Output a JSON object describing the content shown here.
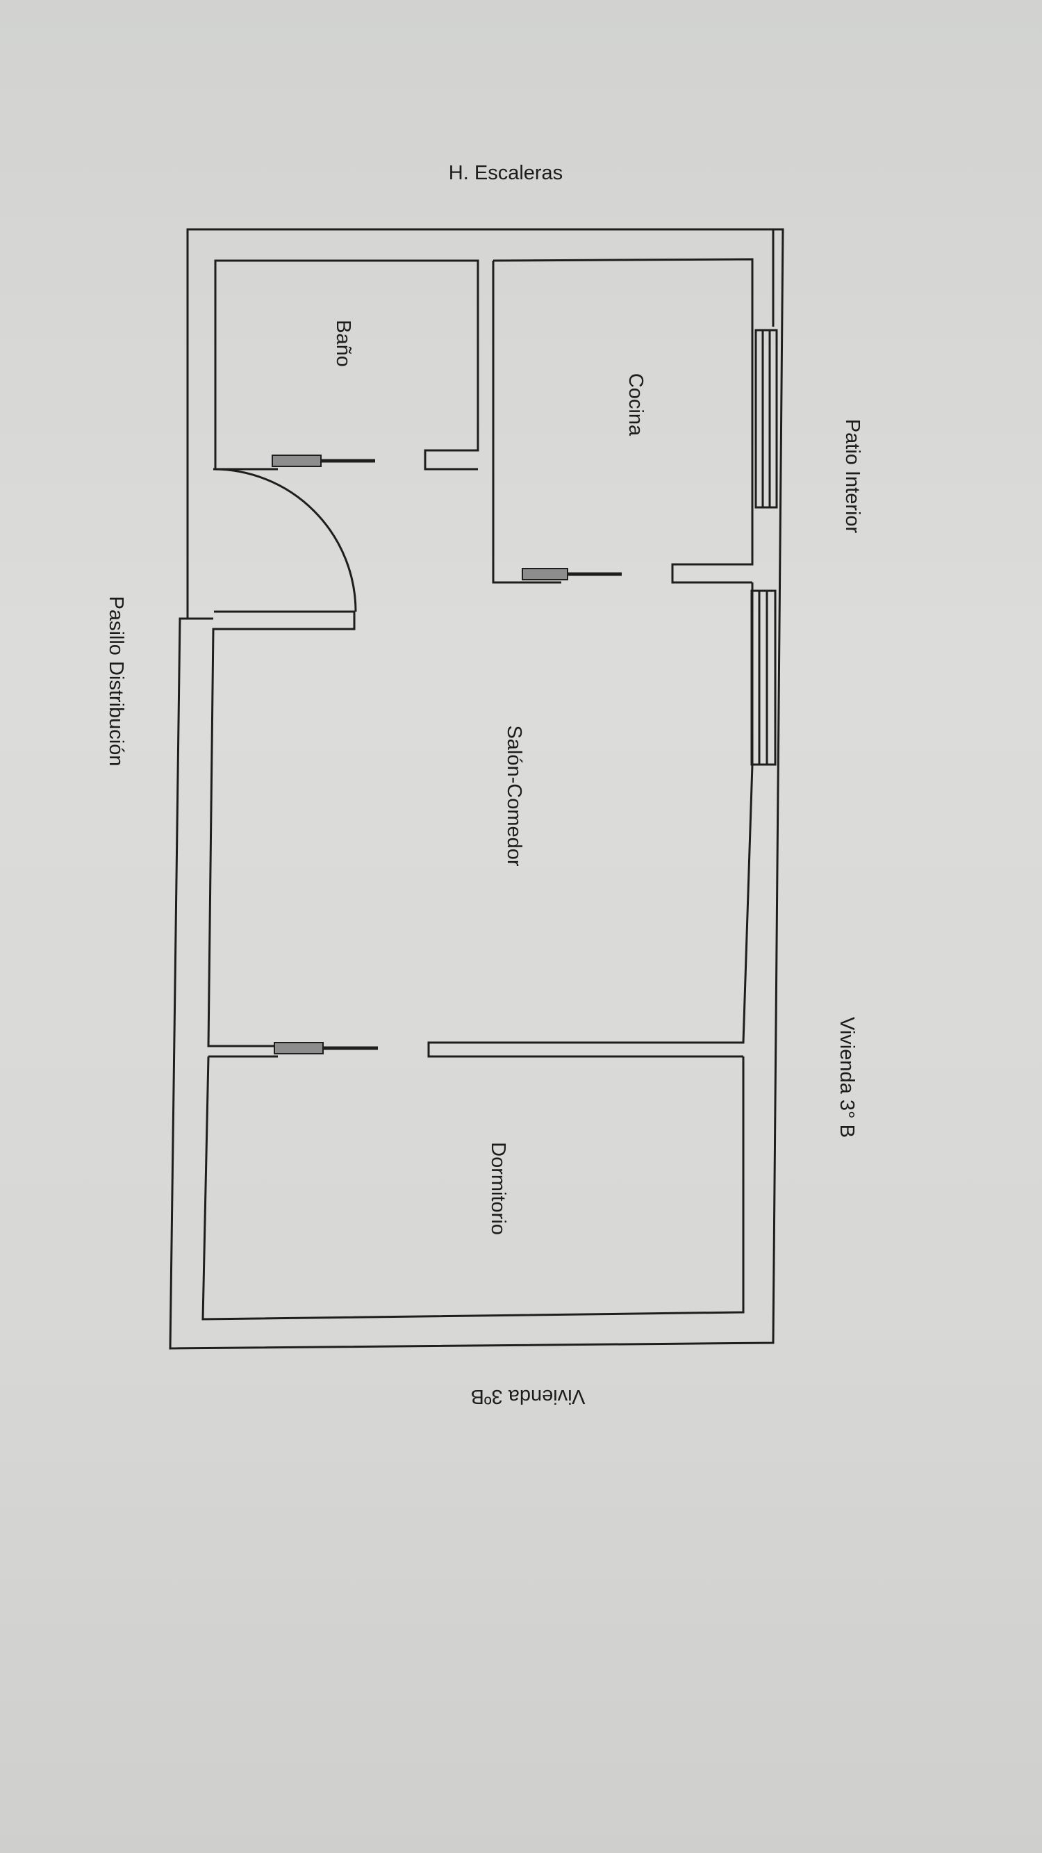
{
  "labels": {
    "top": "H. Escaleras",
    "right_upper": "Patio Interior",
    "right_lower": "Vivienda 3° B",
    "left": "Pasillo Distribución",
    "bottom": "Vivienda 3ºB"
  },
  "rooms": {
    "bath": "Baño",
    "kitchen": "Cocina",
    "living": "Salón-Comedor",
    "bedroom": "Dormitorio"
  },
  "colors": {
    "line": "#1e1e1e",
    "door_panel": "#8d8d8d"
  }
}
